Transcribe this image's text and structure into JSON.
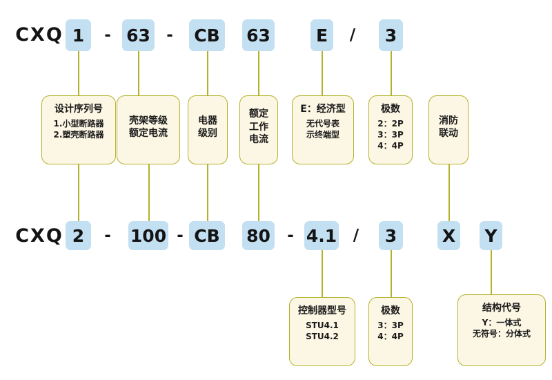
{
  "diagram": {
    "title": "CXQ breaker model designation",
    "colors": {
      "chip_fill": "#c3e0f2",
      "box_fill": "#fcf6e4",
      "box_border": "#b3b12a",
      "line": "#b3b12a",
      "text": "#141414",
      "background": "#ffffff"
    }
  },
  "row1": {
    "brand": "CXQ",
    "sep_dash_1": "-",
    "sep_dash_2": "-",
    "sep_slash": "/",
    "chips": [
      {
        "name": "design-series",
        "value": "1"
      },
      {
        "name": "frame-rating",
        "value": "63"
      },
      {
        "name": "device-class",
        "value": "CB"
      },
      {
        "name": "rated-current",
        "value": "63"
      },
      {
        "name": "economy-type",
        "value": "E"
      },
      {
        "name": "poles",
        "value": "3"
      }
    ],
    "boxes": [
      {
        "name": "design-series-desc",
        "head": "设计序列号",
        "body": "1.小型断路器\n2.塑壳断路器"
      },
      {
        "name": "frame-rating-desc",
        "head": "壳架等级\n额定电流",
        "body": ""
      },
      {
        "name": "device-class-desc",
        "head": "电器\n级别",
        "body": ""
      },
      {
        "name": "rated-current-desc",
        "head": "额定\n工作\n电流",
        "body": ""
      },
      {
        "name": "economy-type-desc",
        "head": "E：经济型",
        "body": "无代号表\n示终端型"
      },
      {
        "name": "poles-desc",
        "head": "极数",
        "body": "2：2P\n3：3P\n4：4P"
      },
      {
        "name": "fire-linkage-desc",
        "head": "消防\n联动",
        "body": ""
      }
    ]
  },
  "row2": {
    "brand": "CXQ",
    "sep_dash_1": "-",
    "sep_dash_2": "-",
    "sep_dash_3": "-",
    "sep_slash": "/",
    "chips": [
      {
        "name": "design-series",
        "value": "2"
      },
      {
        "name": "frame-rating",
        "value": "100"
      },
      {
        "name": "device-class",
        "value": "CB"
      },
      {
        "name": "rated-current",
        "value": "80"
      },
      {
        "name": "controller-model",
        "value": "4.1"
      },
      {
        "name": "poles",
        "value": "3"
      },
      {
        "name": "fire-linkage",
        "value": "X"
      },
      {
        "name": "structure-code",
        "value": "Y"
      }
    ],
    "boxes": [
      {
        "name": "controller-model-desc",
        "head": "控制器型号",
        "body": "STU4.1\nSTU4.2"
      },
      {
        "name": "poles-desc",
        "head": "极数",
        "body": "3：3P\n4：4P"
      },
      {
        "name": "structure-code-desc",
        "head": "结构代号",
        "body": "Y：一体式\n无符号：分体式"
      }
    ]
  }
}
